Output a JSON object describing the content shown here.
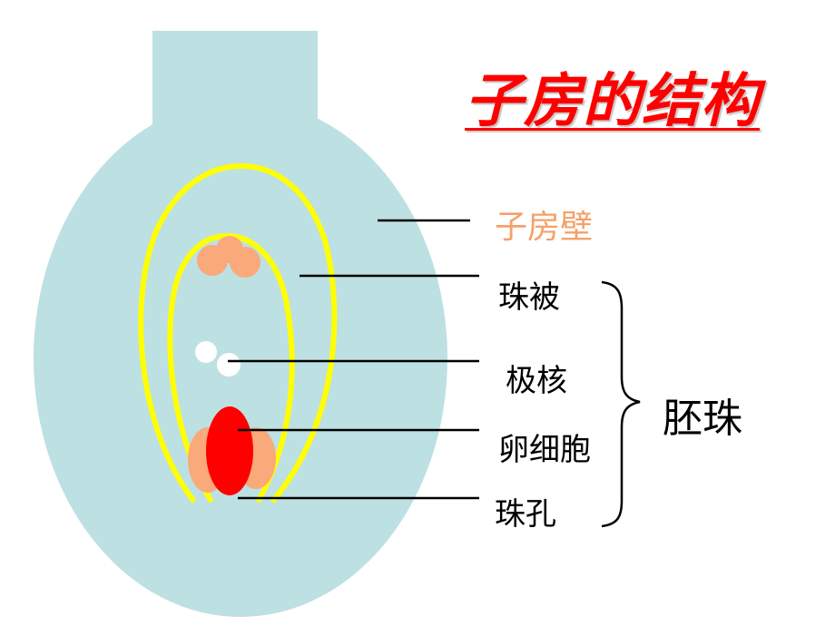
{
  "title": "子房的结构",
  "labels": {
    "ovary_wall": "子房壁",
    "integument": "珠被",
    "polar_nuclei": "极核",
    "egg_cell": "卵细胞",
    "micropyle": "珠孔",
    "ovule": "胚珠"
  },
  "colors": {
    "ovary": "#bde0e3",
    "integument_outline": "#ffff00",
    "synergid": "#f9a97a",
    "egg": "#ff0000",
    "polar_nuclei": "#ffffff",
    "title": "#ff0000",
    "ovary_wall_label": "#f4a16a"
  }
}
